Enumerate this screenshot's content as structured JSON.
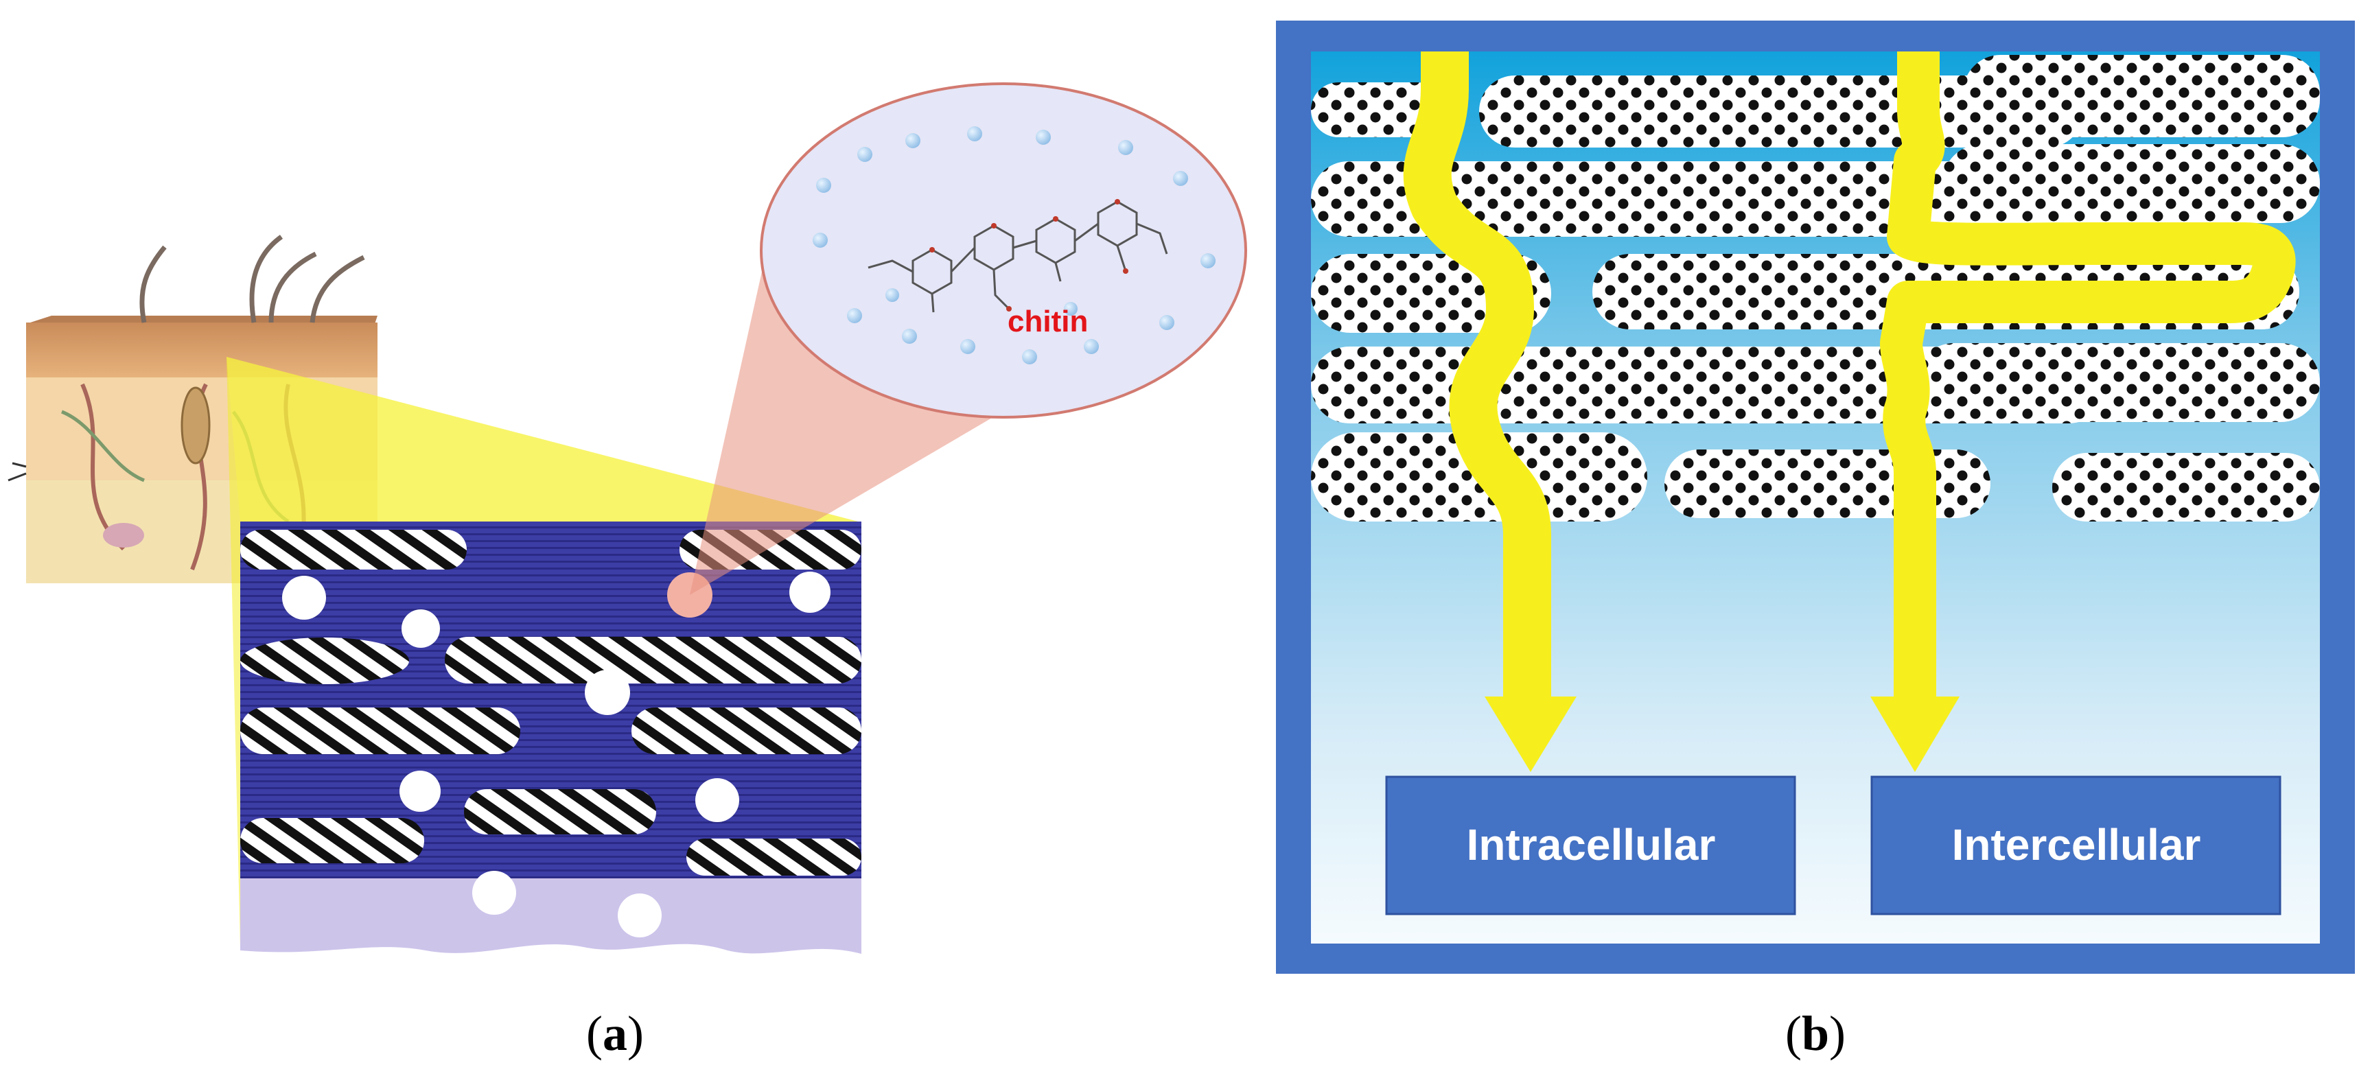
{
  "panel_a": {
    "chitin_label": "chitin",
    "caption_open": "(",
    "caption_letter": "a",
    "caption_close": ")"
  },
  "panel_b": {
    "box_intracellular": "Intracellular",
    "box_intercellular": "Intercellular",
    "caption_open": "(",
    "caption_letter": "b",
    "caption_close": ")"
  },
  "colors": {
    "frame_blue": "#4472c4",
    "box_blue": "#4472c4",
    "arrow_yellow": "#f7ef1d",
    "stratum_navy": "#3a3aa0",
    "zoom_yellow": "#f3ee2c",
    "zoom_salmon": "#e8917f",
    "chitin_red": "#e3151a"
  }
}
